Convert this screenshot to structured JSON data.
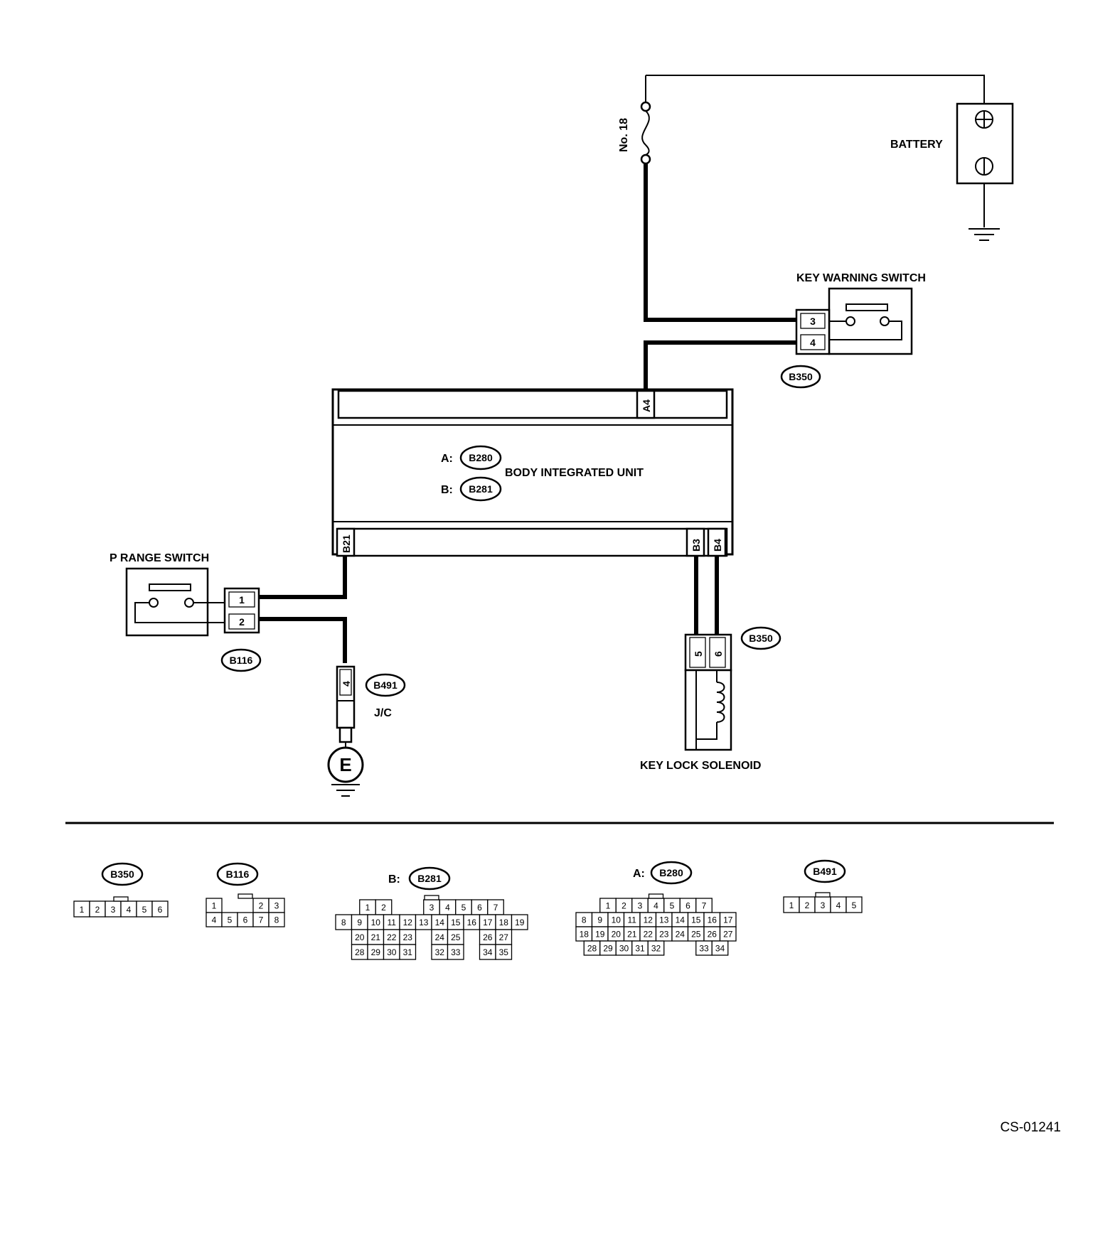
{
  "labels": {
    "battery": "BATTERY",
    "fuse": "No. 18",
    "key_warning_switch": "KEY WARNING SWITCH",
    "body_integrated_unit": "BODY INTEGRATED UNIT",
    "p_range_switch": "P RANGE SWITCH",
    "key_lock_solenoid": "KEY LOCK SOLENOID",
    "jc": "J/C",
    "ground": "E",
    "reference": "CS-01241"
  },
  "connector_tags": {
    "b350": "B350",
    "b280": "B280",
    "b281": "B281",
    "b116": "B116",
    "b491": "B491"
  },
  "prefixes": {
    "a": "A:",
    "b": "B:"
  },
  "pins": {
    "kws_3": "3",
    "kws_4": "4",
    "unit_a4": "A4",
    "unit_b21": "B21",
    "unit_b3": "B3",
    "unit_b4": "B4",
    "prs_1": "1",
    "prs_2": "2",
    "sol_5": "5",
    "sol_6": "6",
    "jc_4": "4"
  },
  "connector_faces": [
    {
      "id": "B350",
      "prefix": "",
      "rows": [
        [
          "1",
          "2",
          "3",
          "4",
          "5",
          "6"
        ]
      ]
    },
    {
      "id": "B116",
      "prefix": "",
      "rows": [
        [
          "1",
          "",
          "",
          "2",
          "3"
        ],
        [
          "4",
          "5",
          "6",
          "7",
          "8"
        ]
      ]
    },
    {
      "id": "B281",
      "prefix": "B:",
      "rows": [
        [
          "1",
          "2",
          "",
          "",
          "3",
          "4",
          "5",
          "6",
          "7"
        ],
        [
          "8",
          "9",
          "10",
          "11",
          "12",
          "13",
          "14",
          "15",
          "16",
          "17",
          "18",
          "19"
        ],
        [
          "20",
          "21",
          "22",
          "23",
          "",
          "24",
          "25",
          "",
          "26",
          "27"
        ],
        [
          "28",
          "29",
          "30",
          "31",
          "",
          "32",
          "33",
          "",
          "34",
          "35"
        ]
      ]
    },
    {
      "id": "B280",
      "prefix": "A:",
      "rows": [
        [
          "1",
          "2",
          "3",
          "4",
          "5",
          "6",
          "7"
        ],
        [
          "8",
          "9",
          "10",
          "11",
          "12",
          "13",
          "14",
          "15",
          "16",
          "17"
        ],
        [
          "18",
          "19",
          "20",
          "21",
          "22",
          "23",
          "24",
          "25",
          "26",
          "27"
        ],
        [
          "28",
          "29",
          "30",
          "31",
          "32",
          "",
          "",
          "33",
          "34"
        ]
      ]
    },
    {
      "id": "B491",
      "prefix": "",
      "rows": [
        [
          "1",
          "2",
          "3",
          "4",
          "5"
        ]
      ]
    }
  ]
}
